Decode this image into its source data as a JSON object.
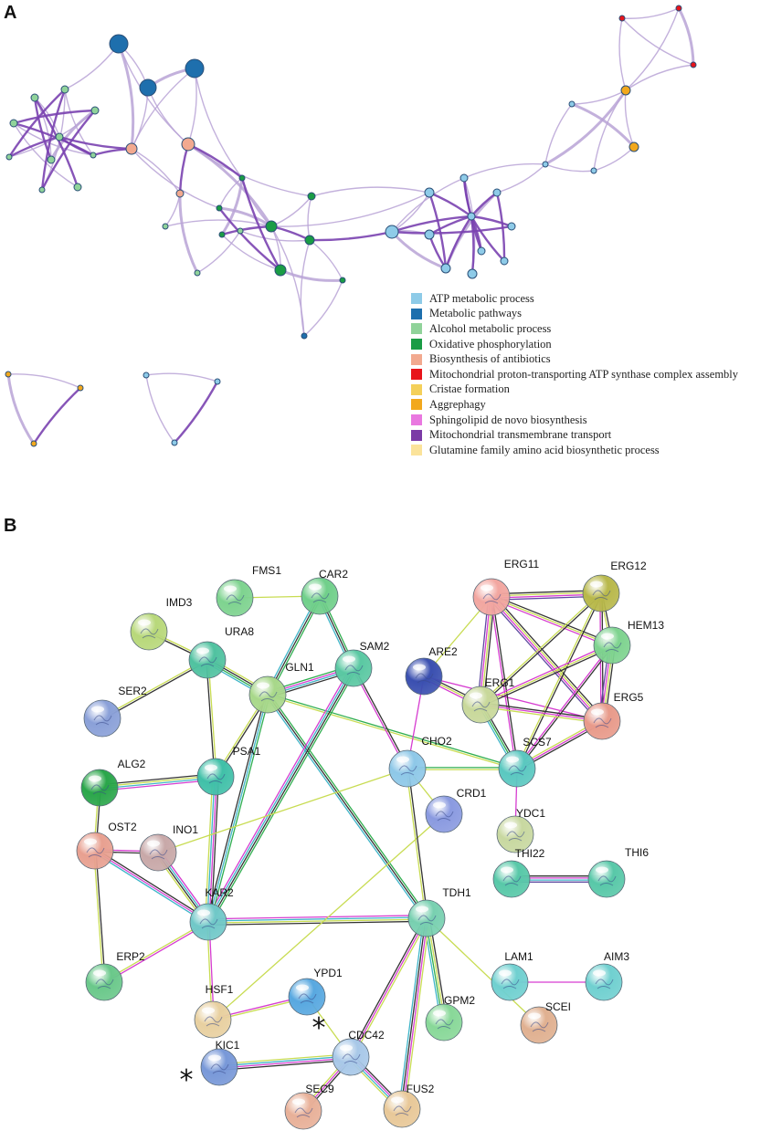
{
  "panels": {
    "a": "A",
    "b": "B"
  },
  "legend": [
    {
      "label": "ATP metabolic process",
      "color": "#8ecbe8"
    },
    {
      "label": "Metabolic pathways",
      "color": "#1e6fad"
    },
    {
      "label": "Alcohol metabolic process",
      "color": "#90d39a"
    },
    {
      "label": "Oxidative phosphorylation",
      "color": "#1a9c45"
    },
    {
      "label": "Biosynthesis of antibiotics",
      "color": "#f2a98f"
    },
    {
      "label": "Mitochondrial proton-transporting ATP synthase complex assembly",
      "color": "#e8141b"
    },
    {
      "label": "Cristae formation",
      "color": "#f4d05a"
    },
    {
      "label": "Aggrephagy",
      "color": "#f2a81d"
    },
    {
      "label": "Sphingolipid de novo biosynthesis",
      "color": "#e978e0"
    },
    {
      "label": "Mitochondrial transmembrane transport",
      "color": "#7b3aa6"
    },
    {
      "label": "Glutamine family amino acid biosynthetic process",
      "color": "#fbe39a"
    }
  ],
  "colors": {
    "edge_light": "#b9a3d6",
    "edge_dark": "#7a43b0",
    "node_stroke": "#2a4f78",
    "string_yellow": "#c8dc52",
    "string_black": "#333333",
    "string_magenta": "#d63cd0",
    "string_cyan": "#3fb5c8",
    "string_green": "#2fae4f",
    "string_purple": "#5e4aa0"
  },
  "proteins": [
    {
      "name": "FMS1",
      "color": "#7ed38f"
    },
    {
      "name": "CAR2",
      "color": "#70cf8a"
    },
    {
      "name": "IMD3",
      "color": "#b8d87a"
    },
    {
      "name": "URA8",
      "color": "#50c2a0"
    },
    {
      "name": "SAM2",
      "color": "#5ac8a2"
    },
    {
      "name": "GLN1",
      "color": "#a8d88a"
    },
    {
      "name": "SER2",
      "color": "#8aa0d8"
    },
    {
      "name": "ARE2",
      "color": "#3a4fb0"
    },
    {
      "name": "ERG11",
      "color": "#f2a6a0"
    },
    {
      "name": "ERG12",
      "color": "#b8b84a"
    },
    {
      "name": "HEM13",
      "color": "#7ed38f"
    },
    {
      "name": "ERG1",
      "color": "#c8d89a"
    },
    {
      "name": "ERG5",
      "color": "#e89a8a"
    },
    {
      "name": "ALG2",
      "color": "#2aa64a"
    },
    {
      "name": "PSA1",
      "color": "#40c0a8"
    },
    {
      "name": "CHO2",
      "color": "#8ec8e8"
    },
    {
      "name": "SCS7",
      "color": "#5ac8c0"
    },
    {
      "name": "CRD1",
      "color": "#8a9ae0"
    },
    {
      "name": "YDC1",
      "color": "#c8d8a0"
    },
    {
      "name": "OST2",
      "color": "#e8a090"
    },
    {
      "name": "INO1",
      "color": "#c8a8a8"
    },
    {
      "name": "THI22",
      "color": "#58c8a8"
    },
    {
      "name": "THI6",
      "color": "#58c8a8"
    },
    {
      "name": "KAR2",
      "color": "#70c8c8"
    },
    {
      "name": "TDH1",
      "color": "#78d0b0"
    },
    {
      "name": "ERP2",
      "color": "#6ac88a"
    },
    {
      "name": "LAM1",
      "color": "#70d0d0"
    },
    {
      "name": "AIM3",
      "color": "#70d0d0"
    },
    {
      "name": "HSF1",
      "color": "#e8d0a0"
    },
    {
      "name": "YPD1",
      "color": "#58a8e0"
    },
    {
      "name": "GPM2",
      "color": "#88d898"
    },
    {
      "name": "SCEI",
      "color": "#e0b090"
    },
    {
      "name": "CDC42",
      "color": "#a8c8e8"
    },
    {
      "name": "KIC1",
      "color": "#7898d8"
    },
    {
      "name": "SEC9",
      "color": "#e8b098"
    },
    {
      "name": "FUS2",
      "color": "#e8c898"
    }
  ],
  "asterisk": "*"
}
